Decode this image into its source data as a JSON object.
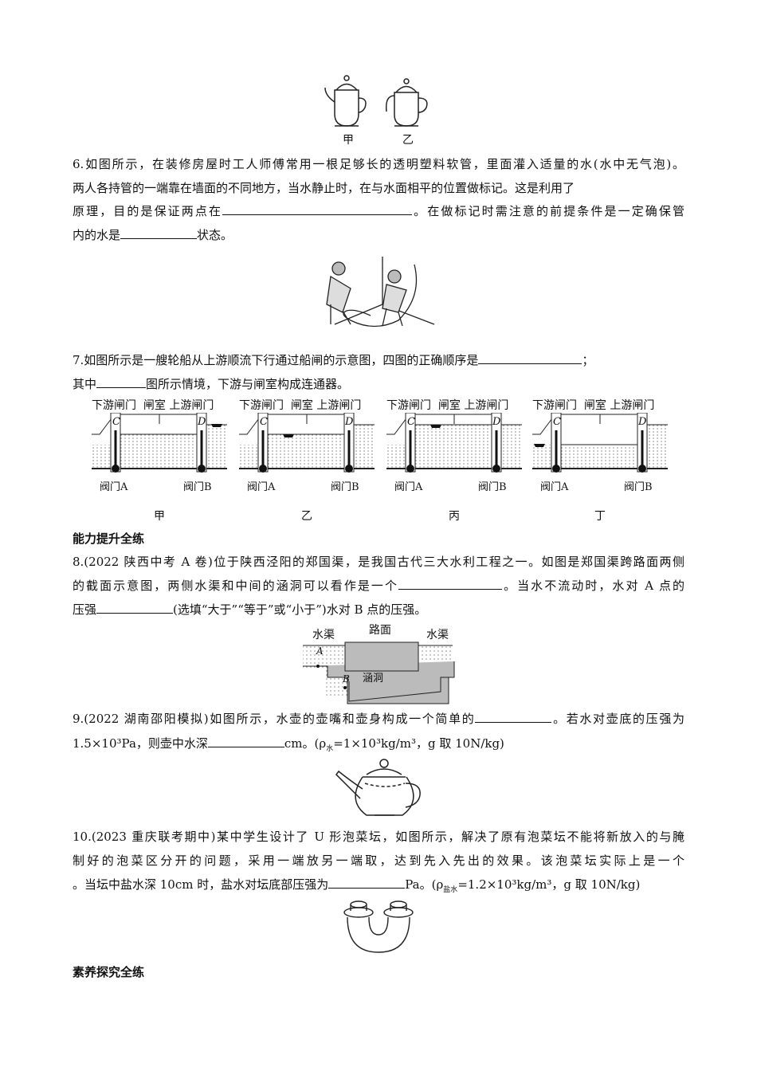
{
  "fig_teapots": {
    "label_a": "甲",
    "label_b": "乙"
  },
  "q6": {
    "l1": "6.如图所示，在装修房屋时工人师傅常用一根足够长的透明塑料软管，里面灌入适量的水(水中无气泡)。",
    "l2": "两人各持管的一端靠在墙面的不同地方，当水静止时，在与水面相平的位置做标记。这是利用了",
    "l3a": "原理，目的是保证两点在",
    "l3b": "。在做标记时需注意的前提条件是一定确保管",
    "l4a": "内的水是",
    "l4b": "状态。"
  },
  "q7": {
    "l1a": "7.如图所示是一艘轮船从上游顺流下行通过船闸的示意图，四图的正确顺序是",
    "l1b": "；",
    "l2a": "其中",
    "l2b": "图所示情境，下游与闸室构成连通器。",
    "panel_header": "下游闸门  闸室 上游闸门",
    "gate_c": "C",
    "gate_d": "D",
    "valve_a": "阀门A",
    "valve_b": "阀门B",
    "panels": [
      "甲",
      "乙",
      "丙",
      "丁"
    ]
  },
  "section1": "能力提升全练",
  "q8": {
    "l1": "8.(2022 陕西中考 A 卷)位于陕西泾阳的郑国渠，是我国古代三大水利工程之一。如图是郑国渠跨路面两侧",
    "l2a": "的截面示意图，两侧水渠和中间的涵洞可以看作是一个",
    "l2b": "。当水不流动时，水对 A 点的",
    "l3a": "压强",
    "l3b": "(选填“大于”“等于”或“小于”)水对 B 点的压强。",
    "fig": {
      "road": "路面",
      "canal_left": "水渠",
      "canal_right": "水渠",
      "culvert": "涵洞",
      "point_a": "A",
      "point_b": "B"
    }
  },
  "q9": {
    "l1a": "9.(2022 湖南邵阳模拟)如图所示，水壶的壶嘴和壶身构成一个简单的",
    "l1b": "。若水对壶底的压强为",
    "l2a": "1.5×10³Pa，则壶中水深",
    "l2b": "cm。(ρ",
    "l2sub": "水",
    "l2c": "=1×10³kg/m³，g 取 10N/kg)"
  },
  "q10": {
    "l1": "10.(2023 重庆联考期中)某中学生设计了 U 形泡菜坛，如图所示，解决了原有泡菜坛不能将新放入的与腌",
    "l2": "制好的泡菜区分开的问题，采用一端放另一端取，达到先入先出的效果。该泡菜坛实际上是一个",
    "l3a": "。当坛中盐水深 10cm 时，盐水对坛底部压强为",
    "l3b": "Pa。(ρ",
    "l3sub": "盐水",
    "l3c": "=1.2×10³kg/m³，g 取 10N/kg)"
  },
  "section2": "素养探究全练"
}
